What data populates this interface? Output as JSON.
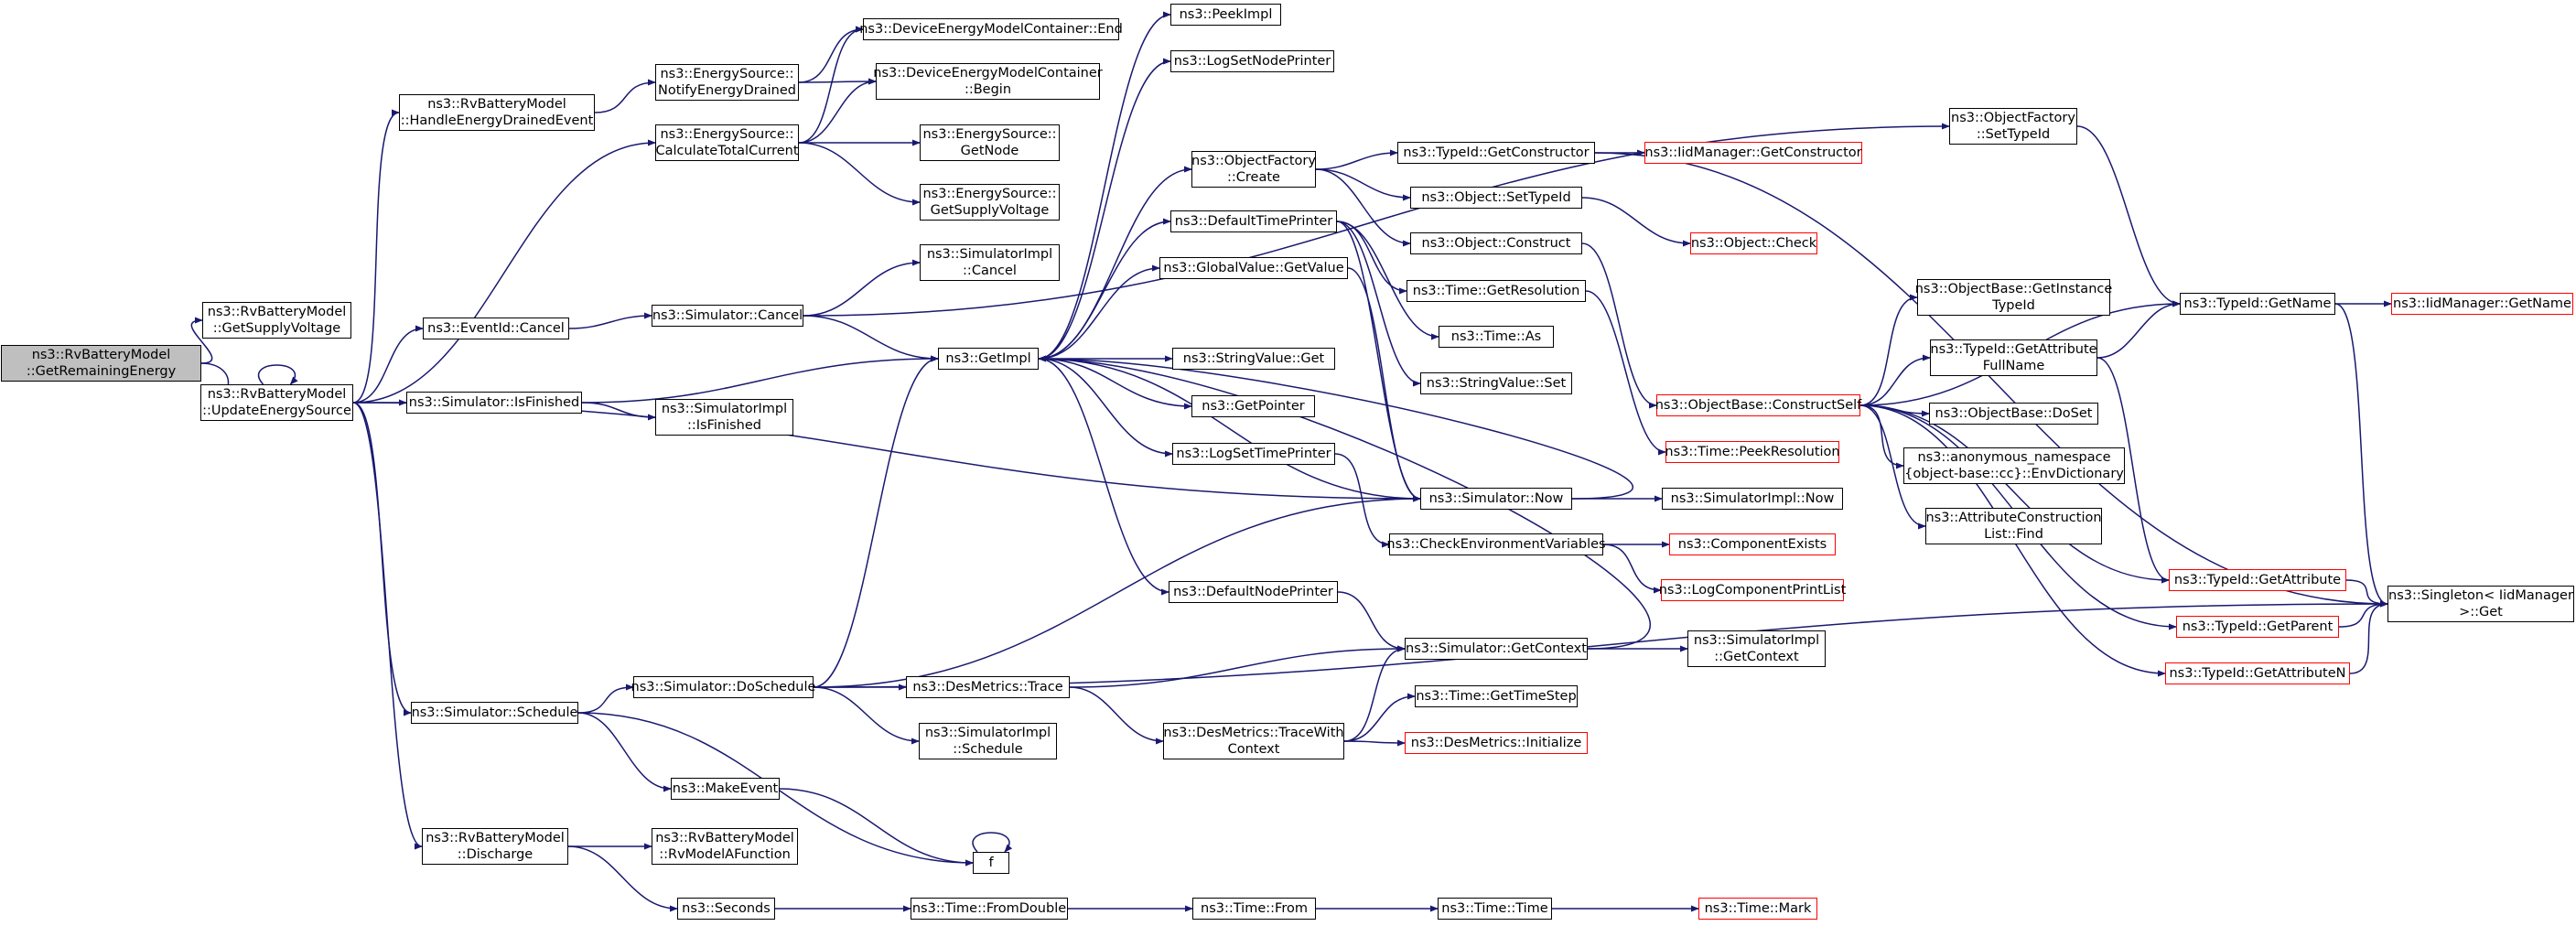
{
  "colors": {
    "edge": "#191970",
    "node_border": "#000000",
    "truncated_border": "#ff0000",
    "root_fill": "#bfbfbf"
  },
  "nodes": {
    "root": [
      "ns3::RvBatteryModel",
      "::GetRemainingEnergy"
    ],
    "getSupplyVoltage": [
      "ns3::RvBatteryModel",
      "::GetSupplyVoltage"
    ],
    "updateEnergySource": [
      "ns3::RvBatteryModel",
      "::UpdateEnergySource"
    ],
    "handleEnergyDrained": [
      "ns3::RvBatteryModel",
      "::HandleEnergyDrainedEvent"
    ],
    "notifyEnergyDrained": [
      "ns3::EnergySource::",
      "NotifyEnergyDrained"
    ],
    "calcTotalCurrent": [
      "ns3::EnergySource::",
      "CalculateTotalCurrent"
    ],
    "demcEnd": [
      "ns3::DeviceEnergyModelContainer::End"
    ],
    "demcBegin": [
      "ns3::DeviceEnergyModelContainer",
      "::Begin"
    ],
    "esGetNode": [
      "ns3::EnergySource::",
      "GetNode"
    ],
    "esGetSupplyVoltage": [
      "ns3::EnergySource::",
      "GetSupplyVoltage"
    ],
    "eventIdCancel": [
      "ns3::EventId::Cancel"
    ],
    "simCancel": [
      "ns3::Simulator::Cancel"
    ],
    "simImplCancel": [
      "ns3::SimulatorImpl",
      "::Cancel"
    ],
    "simIsFinished": [
      "ns3::Simulator::IsFinished"
    ],
    "simImplIsFinished": [
      "ns3::SimulatorImpl",
      "::IsFinished"
    ],
    "simSchedule": [
      "ns3::Simulator::Schedule"
    ],
    "simDoSchedule": [
      "ns3::Simulator::DoSchedule"
    ],
    "discharge": [
      "ns3::RvBatteryModel",
      "::Discharge"
    ],
    "rvModelAFunction": [
      "ns3::RvBatteryModel",
      "::RvModelAFunction"
    ],
    "seconds": [
      "ns3::Seconds"
    ],
    "makeEvent": [
      "ns3::MakeEvent"
    ],
    "f": [
      "f"
    ],
    "getImpl": [
      "ns3::GetImpl"
    ],
    "peekImpl": [
      "ns3::PeekImpl"
    ],
    "logSetNodePrinter": [
      "ns3::LogSetNodePrinter"
    ],
    "objFactoryCreate": [
      "ns3::ObjectFactory",
      "::Create"
    ],
    "defaultTimePrinter": [
      "ns3::DefaultTimePrinter"
    ],
    "globalValueGetValue": [
      "ns3::GlobalValue::GetValue"
    ],
    "stringValueGet": [
      "ns3::StringValue::Get"
    ],
    "getPointer": [
      "ns3::GetPointer"
    ],
    "logSetTimePrinter": [
      "ns3::LogSetTimePrinter"
    ],
    "defaultNodePrinter": [
      "ns3::DefaultNodePrinter"
    ],
    "desMetricsTrace": [
      "ns3::DesMetrics::Trace"
    ],
    "simImplSchedule": [
      "ns3::SimulatorImpl",
      "::Schedule"
    ],
    "desMetricsTraceWithContext": [
      "ns3::DesMetrics::TraceWith",
      "Context"
    ],
    "timeFromDouble": [
      "ns3::Time::FromDouble"
    ],
    "timeFrom": [
      "ns3::Time::From"
    ],
    "timeTime": [
      "ns3::Time::Time"
    ],
    "timeMark": [
      "ns3::Time::Mark"
    ],
    "typeIdGetConstructor": [
      "ns3::TypeId::GetConstructor"
    ],
    "iidGetConstructor": [
      "ns3::IidManager::GetConstructor"
    ],
    "objectSetTypeId": [
      "ns3::Object::SetTypeId"
    ],
    "objectCheck": [
      "ns3::Object::Check"
    ],
    "objectConstruct": [
      "ns3::Object::Construct"
    ],
    "timeGetResolution": [
      "ns3::Time::GetResolution"
    ],
    "timeAs": [
      "ns3::Time::As"
    ],
    "stringValueSet": [
      "ns3::StringValue::Set"
    ],
    "timePeekResolution": [
      "ns3::Time::PeekResolution"
    ],
    "simNow": [
      "ns3::Simulator::Now"
    ],
    "simImplNow": [
      "ns3::SimulatorImpl::Now"
    ],
    "checkEnvVars": [
      "ns3::CheckEnvironmentVariables"
    ],
    "componentExists": [
      "ns3::ComponentExists"
    ],
    "logComponentPrintList": [
      "ns3::LogComponentPrintList"
    ],
    "simGetContext": [
      "ns3::Simulator::GetContext"
    ],
    "simImplGetContext": [
      "ns3::SimulatorImpl",
      "::GetContext"
    ],
    "timeGetTimeStep": [
      "ns3::Time::GetTimeStep"
    ],
    "desMetricsInitialize": [
      "ns3::DesMetrics::Initialize"
    ],
    "objFactorySetTypeId": [
      "ns3::ObjectFactory",
      "::SetTypeId"
    ],
    "typeIdGetName": [
      "ns3::TypeId::GetName"
    ],
    "iidGetName": [
      "ns3::IidManager::GetName"
    ],
    "obGetInstanceTypeId": [
      "ns3::ObjectBase::GetInstance",
      "TypeId"
    ],
    "typeIdGetAttributeFullName": [
      "ns3::TypeId::GetAttribute",
      "FullName"
    ],
    "obConstructSelf": [
      "ns3::ObjectBase::ConstructSelf"
    ],
    "obDoSet": [
      "ns3::ObjectBase::DoSet"
    ],
    "envDictionary": [
      "ns3::anonymous_namespace",
      "{object-base::cc}::EnvDictionary"
    ],
    "attrConstructionListFind": [
      "ns3::AttributeConstruction",
      "List::Find"
    ],
    "typeIdGetAttribute": [
      "ns3::TypeId::GetAttribute"
    ],
    "typeIdGetParent": [
      "ns3::TypeId::GetParent"
    ],
    "typeIdGetAttributeN": [
      "ns3::TypeId::GetAttributeN"
    ],
    "singletonGet": [
      "ns3::Singleton< IidManager",
      " >::Get"
    ]
  }
}
